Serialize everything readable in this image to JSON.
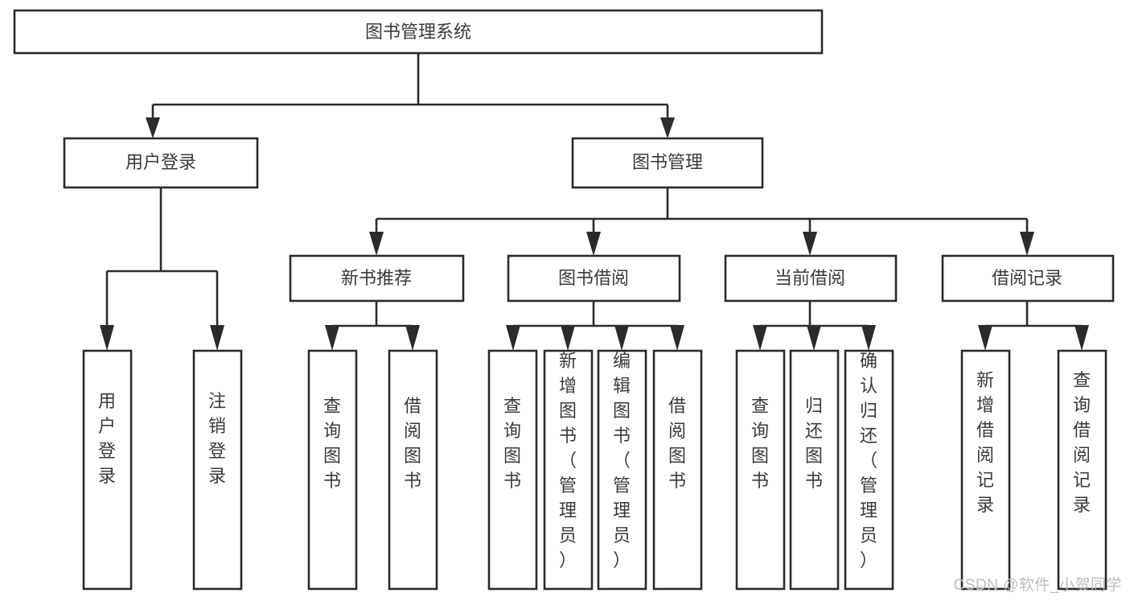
{
  "diagram": {
    "type": "tree-hierarchy",
    "title": "图书管理系统",
    "watermark": "CSDN @软件_小贺同学",
    "colors": {
      "stroke": "#2b2b2b",
      "fill": "#ffffff",
      "text": "#3a3a3a",
      "watermark": "#bdbdbd",
      "background": "#ffffff"
    },
    "root": {
      "id": "root",
      "label": "图书管理系统",
      "orientation": "horizontal"
    },
    "level2": [
      {
        "id": "user-login",
        "label": "用户登录",
        "orientation": "horizontal"
      },
      {
        "id": "book-manage",
        "label": "图书管理",
        "orientation": "horizontal"
      }
    ],
    "level3": [
      {
        "id": "new-book-recommend",
        "label": "新书推荐",
        "orientation": "horizontal",
        "parent": "book-manage"
      },
      {
        "id": "book-borrow",
        "label": "图书借阅",
        "orientation": "horizontal",
        "parent": "book-manage"
      },
      {
        "id": "current-borrow",
        "label": "当前借阅",
        "orientation": "horizontal",
        "parent": "book-manage"
      },
      {
        "id": "borrow-record",
        "label": "借阅记录",
        "orientation": "horizontal",
        "parent": "book-manage"
      }
    ],
    "leaves": [
      {
        "id": "leaf-user-login",
        "label": "用户登录",
        "orientation": "vertical",
        "parent": "user-login"
      },
      {
        "id": "leaf-logout-login",
        "label": "注销登录",
        "orientation": "vertical",
        "parent": "user-login"
      },
      {
        "id": "leaf-query-book-1",
        "label": "查询图书",
        "orientation": "vertical",
        "parent": "new-book-recommend"
      },
      {
        "id": "leaf-borrow-book-1",
        "label": "借阅图书",
        "orientation": "vertical",
        "parent": "new-book-recommend"
      },
      {
        "id": "leaf-query-book-2",
        "label": "查询图书",
        "orientation": "vertical",
        "parent": "book-borrow"
      },
      {
        "id": "leaf-add-book-admin",
        "label": "新增图书（管理员）",
        "orientation": "vertical",
        "parent": "book-borrow"
      },
      {
        "id": "leaf-edit-book-admin",
        "label": "编辑图书（管理员）",
        "orientation": "vertical",
        "parent": "book-borrow"
      },
      {
        "id": "leaf-borrow-book-2",
        "label": "借阅图书",
        "orientation": "vertical",
        "parent": "book-borrow"
      },
      {
        "id": "leaf-query-book-3",
        "label": "查询图书",
        "orientation": "vertical",
        "parent": "current-borrow"
      },
      {
        "id": "leaf-return-book",
        "label": "归还图书",
        "orientation": "vertical",
        "parent": "current-borrow"
      },
      {
        "id": "leaf-confirm-return-admin",
        "label": "确认归还（管理员）",
        "orientation": "vertical",
        "parent": "current-borrow"
      },
      {
        "id": "leaf-add-borrow-record",
        "label": "新增借阅记录",
        "orientation": "vertical",
        "parent": "borrow-record"
      },
      {
        "id": "leaf-query-borrow-record",
        "label": "查询借阅记录",
        "orientation": "vertical",
        "parent": "borrow-record"
      }
    ]
  }
}
